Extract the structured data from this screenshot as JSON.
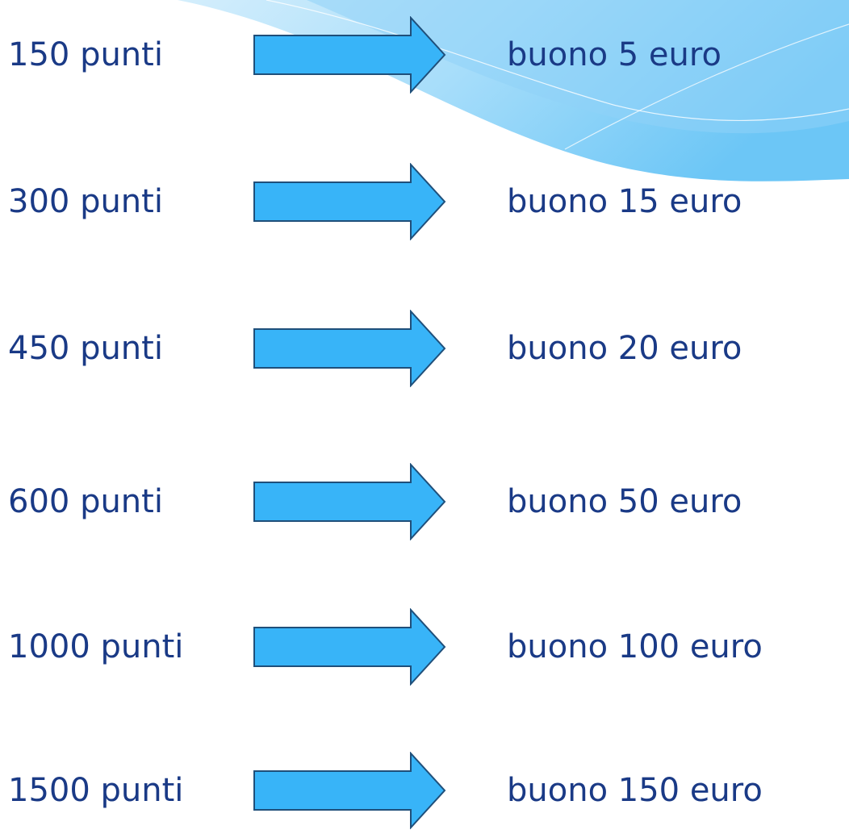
{
  "colors": {
    "text": "#1a3a86",
    "arrow_fill": "#38b4f8",
    "arrow_stroke": "#1f4f7a",
    "wave": "#8fd2f8"
  },
  "rows": [
    {
      "points": "150 punti",
      "reward": "buono 5 euro"
    },
    {
      "points": "300 punti",
      "reward": "buono 15 euro"
    },
    {
      "points": "450 punti",
      "reward": "buono 20 euro"
    },
    {
      "points": "600 punti",
      "reward": "buono 50 euro"
    },
    {
      "points": "1000 punti",
      "reward": "buono 100 euro"
    },
    {
      "points": "1500 punti",
      "reward": "buono 150 euro"
    }
  ]
}
